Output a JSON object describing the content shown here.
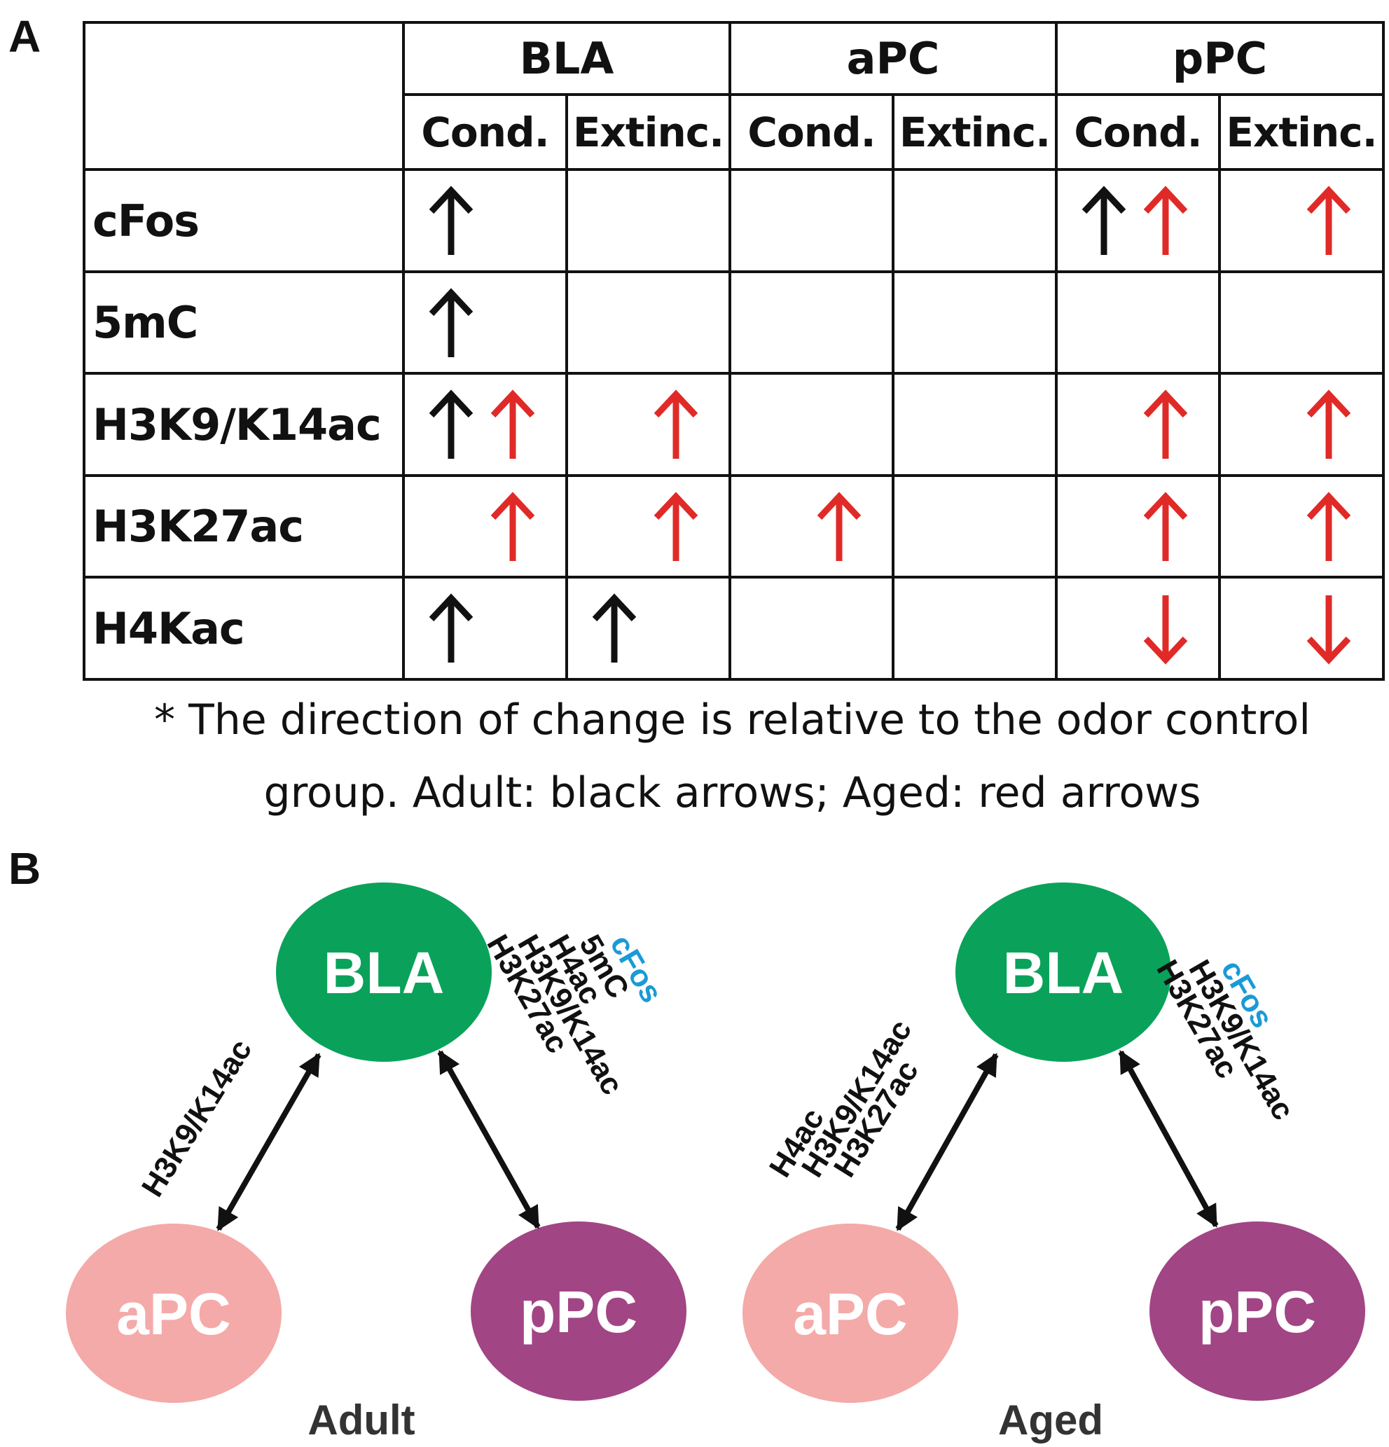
{
  "panel_labels": {
    "a": "A",
    "b": "B"
  },
  "colors": {
    "adult_arrow": "#111111",
    "aged_arrow": "#e02a27",
    "marker_blue": "#1a9ad6",
    "bla": "#0aa25a",
    "apc": "#f4aaa8",
    "ppc": "#a14585"
  },
  "table": {
    "regions": [
      "BLA",
      "aPC",
      "pPC"
    ],
    "sub_columns": [
      "Cond.",
      "Extinc.",
      "Cond.",
      "Extinc.",
      "Cond.",
      "Extinc."
    ],
    "rows": [
      {
        "label": "cFos",
        "cells": [
          [
            {
              "group": "adult",
              "dir": "up"
            }
          ],
          [],
          [],
          [],
          [
            {
              "group": "adult",
              "dir": "up"
            },
            {
              "group": "aged",
              "dir": "up"
            }
          ],
          [
            {
              "group": "aged",
              "dir": "up"
            }
          ]
        ]
      },
      {
        "label": "5mC",
        "cells": [
          [
            {
              "group": "adult",
              "dir": "up"
            }
          ],
          [],
          [],
          [],
          [],
          []
        ]
      },
      {
        "label": "H3K9/K14ac",
        "cells": [
          [
            {
              "group": "adult",
              "dir": "up"
            },
            {
              "group": "aged",
              "dir": "up"
            }
          ],
          [
            {
              "group": "aged",
              "dir": "up"
            }
          ],
          [],
          [],
          [
            {
              "group": "aged",
              "dir": "up"
            }
          ],
          [
            {
              "group": "aged",
              "dir": "up"
            }
          ]
        ]
      },
      {
        "label": "H3K27ac",
        "cells": [
          [
            {
              "group": "aged",
              "dir": "up"
            }
          ],
          [
            {
              "group": "aged",
              "dir": "up"
            }
          ],
          [
            {
              "group": "aged",
              "dir": "up"
            }
          ],
          [],
          [
            {
              "group": "aged",
              "dir": "up"
            }
          ],
          [
            {
              "group": "aged",
              "dir": "up"
            }
          ]
        ]
      },
      {
        "label": "H4Kac",
        "cells": [
          [
            {
              "group": "adult",
              "dir": "up"
            }
          ],
          [
            {
              "group": "adult",
              "dir": "up"
            }
          ],
          [],
          [],
          [
            {
              "group": "aged",
              "dir": "down"
            }
          ],
          [
            {
              "group": "aged",
              "dir": "down"
            }
          ]
        ]
      }
    ]
  },
  "footnote": {
    "line1": "* The direction of change is relative to the odor control",
    "line2": "group. Adult: black arrows; Aged: red arrows"
  },
  "diagrams": {
    "adult": {
      "title": "Adult",
      "nodes": {
        "bla": "BLA",
        "apc": "aPC",
        "ppc": "pPC"
      },
      "left_marks": [
        "H3K9/K14ac"
      ],
      "right_marks": [
        {
          "text": "cFos",
          "highlight": true
        },
        {
          "text": "5mC",
          "highlight": false
        },
        {
          "text": "H4ac",
          "highlight": false
        },
        {
          "text": "H3K9/K14ac",
          "highlight": false
        },
        {
          "text": "H3K27ac",
          "highlight": false
        }
      ]
    },
    "aged": {
      "title": "Aged",
      "nodes": {
        "bla": "BLA",
        "apc": "aPC",
        "ppc": "pPC"
      },
      "left_marks": [
        "H4ac",
        "H3K9/K14ac",
        "H3K27ac"
      ],
      "right_marks": [
        {
          "text": "cFos",
          "highlight": true
        },
        {
          "text": "H3K9/K14ac",
          "highlight": false
        },
        {
          "text": "H3K27ac",
          "highlight": false
        }
      ]
    }
  }
}
